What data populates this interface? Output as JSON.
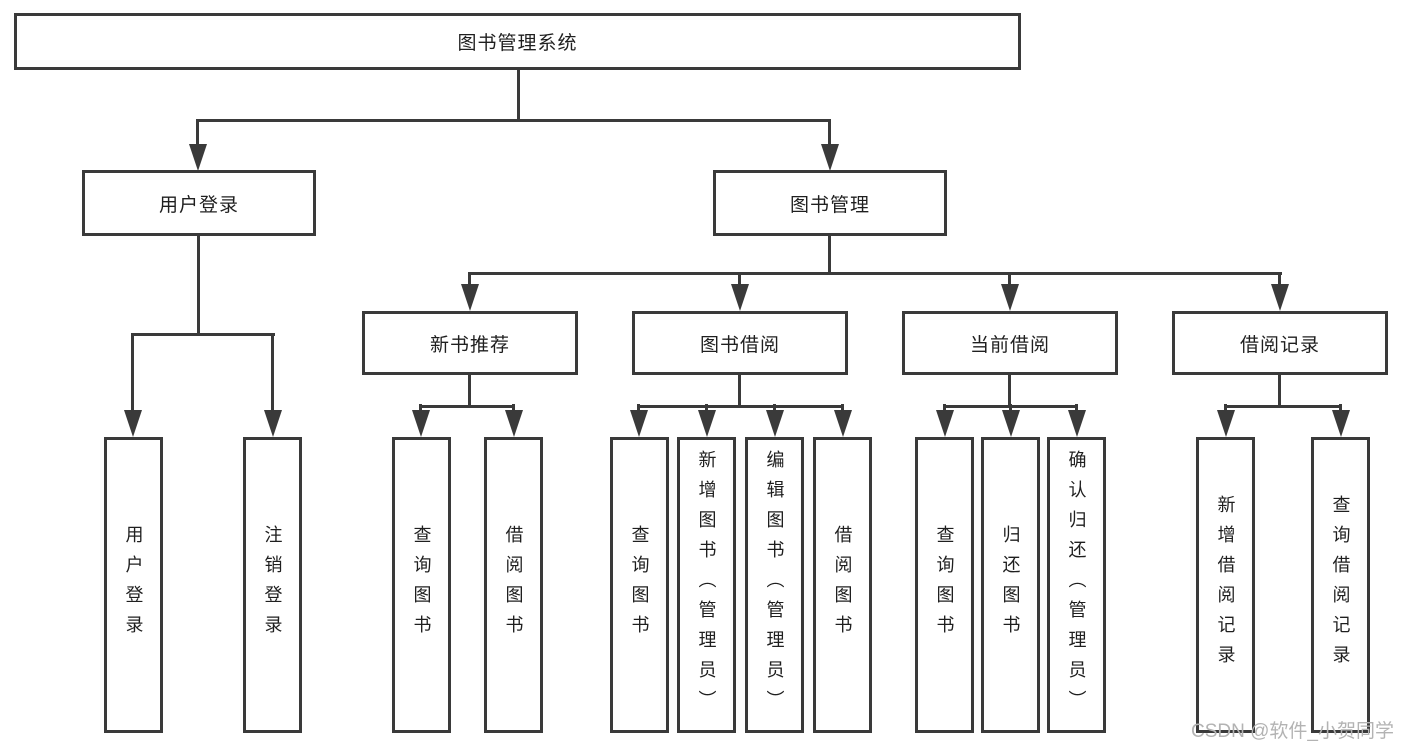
{
  "diagram": {
    "type": "hierarchy-tree",
    "orientation": "top-down"
  },
  "tree": {
    "label": "图书管理系统",
    "children": [
      {
        "label": "用户登录",
        "children": [
          {
            "label": "用户登录"
          },
          {
            "label": "注销登录"
          }
        ]
      },
      {
        "label": "图书管理",
        "children": [
          {
            "label": "新书推荐",
            "children": [
              {
                "label": "查询图书"
              },
              {
                "label": "借阅图书"
              }
            ]
          },
          {
            "label": "图书借阅",
            "children": [
              {
                "label": "查询图书"
              },
              {
                "label": "新增图书（管理员）"
              },
              {
                "label": "编辑图书（管理员）"
              },
              {
                "label": "借阅图书"
              }
            ]
          },
          {
            "label": "当前借阅",
            "children": [
              {
                "label": "查询图书"
              },
              {
                "label": "归还图书"
              },
              {
                "label": "确认归还（管理员）"
              }
            ]
          },
          {
            "label": "借阅记录",
            "children": [
              {
                "label": "新增借阅记录"
              },
              {
                "label": "查询借阅记录"
              }
            ]
          }
        ]
      }
    ]
  },
  "watermark": {
    "text": "CSDN @软件_小贺同学"
  },
  "colors": {
    "line": "#3a3a3a",
    "text": "#1f1f1f",
    "watermark": "#b3b3b3",
    "background": "#ffffff"
  }
}
